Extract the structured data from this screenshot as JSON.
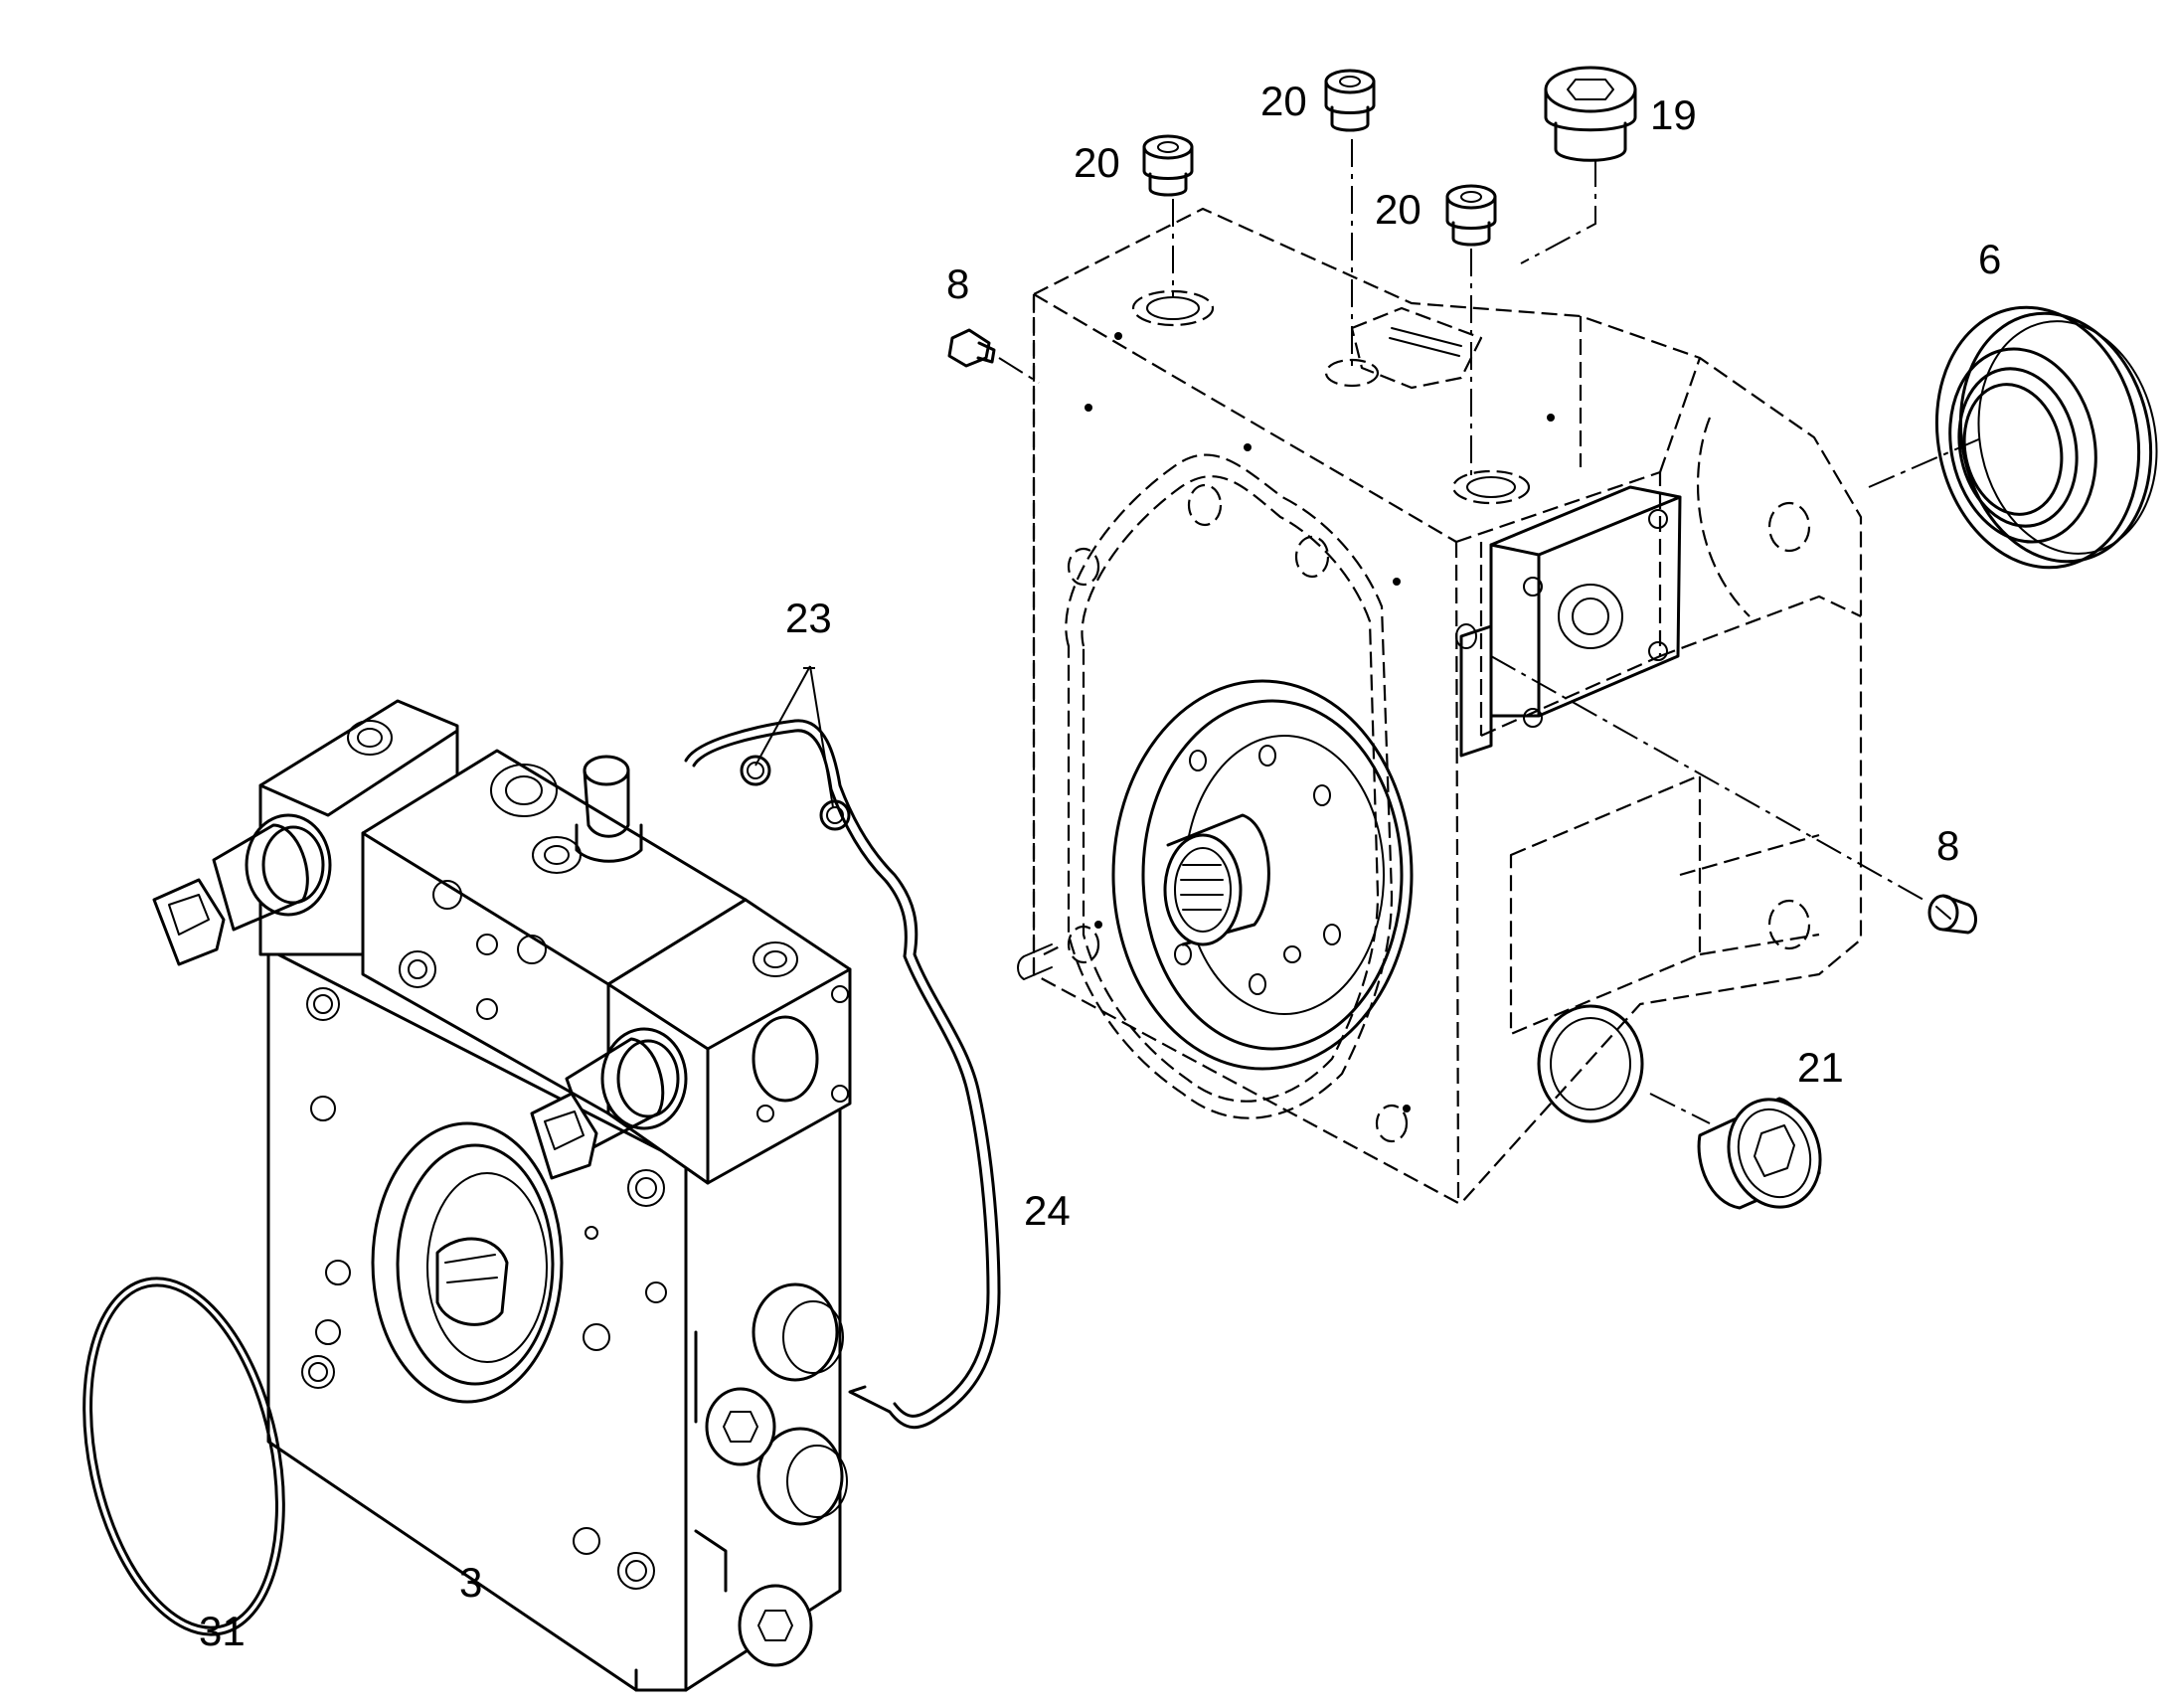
{
  "callouts": {
    "c20a": "20",
    "c20b": "20",
    "c20c": "20",
    "c19": "19",
    "c6": "6",
    "c8a": "8",
    "c8b": "8",
    "c23": "23",
    "c21": "21",
    "c24": "24",
    "c3": "3",
    "c31": "31"
  }
}
